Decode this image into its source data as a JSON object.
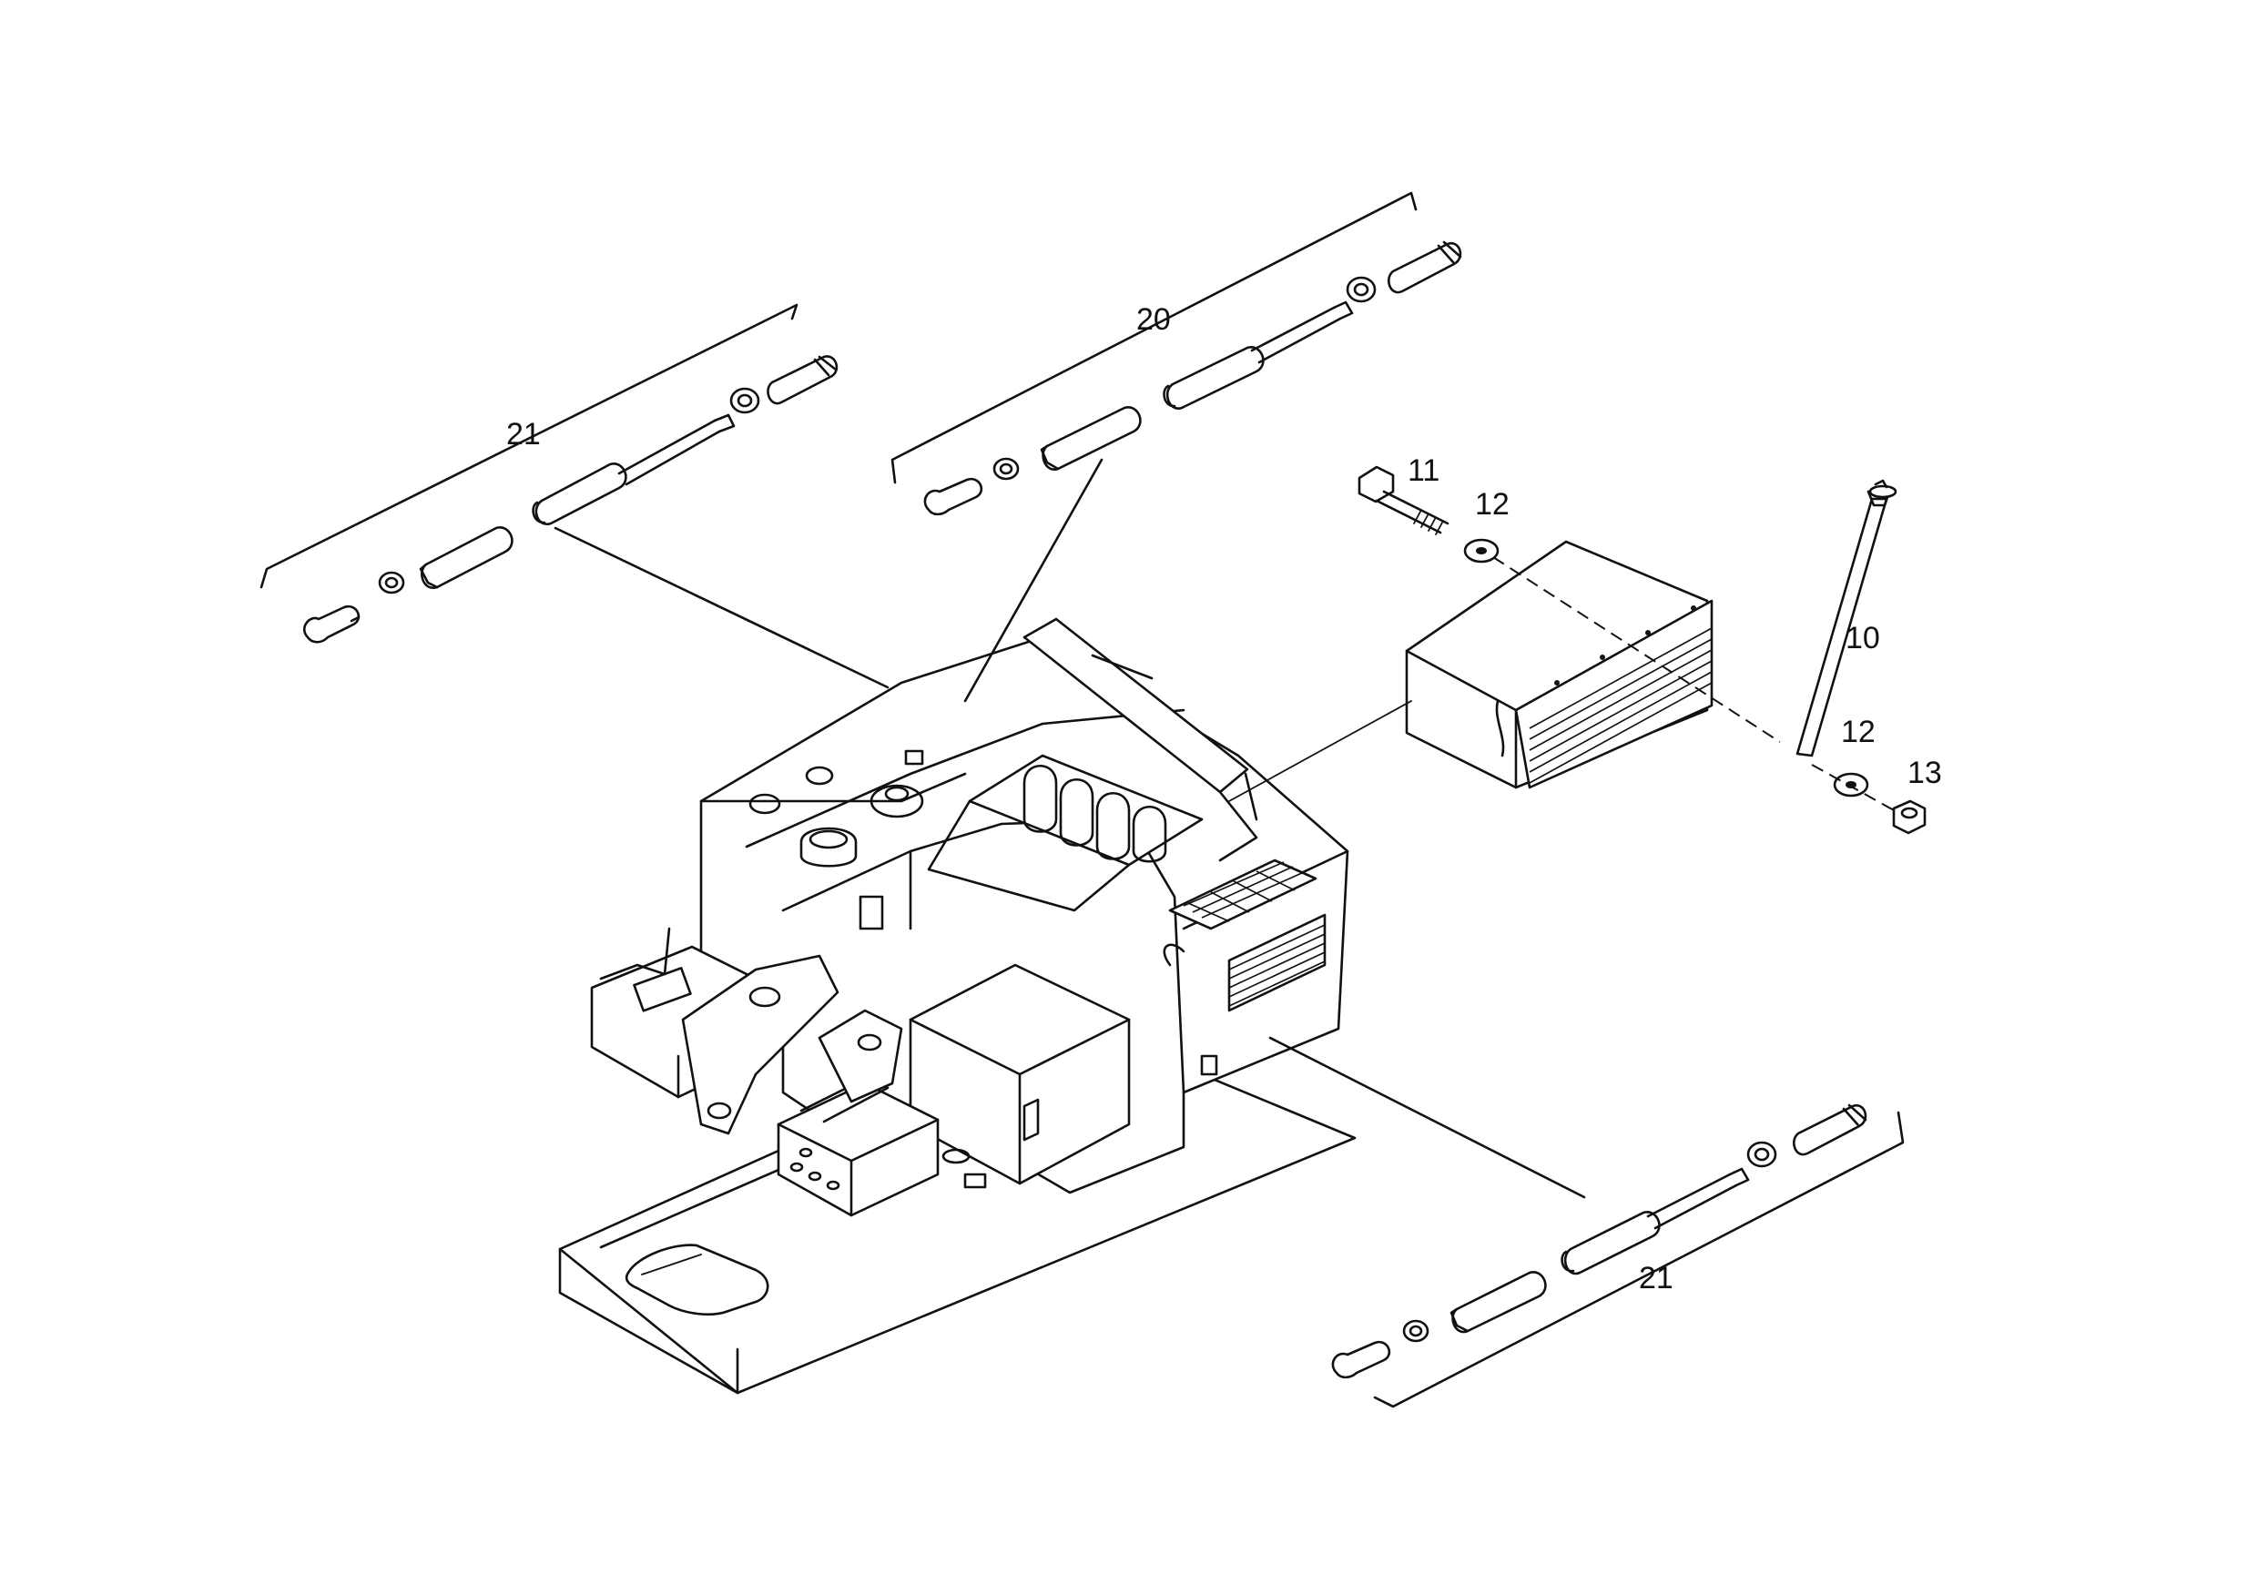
{
  "diagram": {
    "callouts": {
      "strut_upper_left": "21",
      "strut_top": "20",
      "bolt": "11",
      "washer_upper": "12",
      "rod": "10",
      "washer_lower": "12",
      "nut": "13",
      "strut_lower_right": "21"
    }
  }
}
